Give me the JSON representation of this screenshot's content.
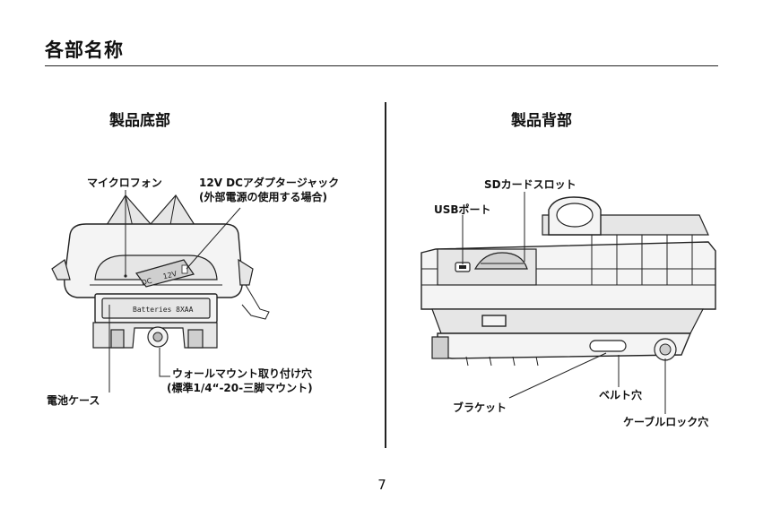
{
  "header": {
    "title": "各部名称"
  },
  "left": {
    "title": "製品底部",
    "labels": {
      "microphone": "マイクロフォン",
      "dc_line1": "12V DCアダプタージャック",
      "dc_line2": "(外部電源の使用する場合)",
      "mount_line1": "ウォールマウント取り付け穴",
      "mount_line2": "(標準1/4“-20-三脚マウント)",
      "battery_case": "電池ケース"
    },
    "device_text": {
      "batteries": "Batteries  8XAA",
      "dc": "DC",
      "v12": "12V"
    }
  },
  "right": {
    "title": "製品背部",
    "labels": {
      "sd_slot": "SDカードスロット",
      "usb_port": "USBポート",
      "bracket": "ブラケット",
      "belt_hole": "ベルト穴",
      "cable_lock": "ケーブルロック穴"
    }
  },
  "footer": {
    "page_number": "7"
  }
}
